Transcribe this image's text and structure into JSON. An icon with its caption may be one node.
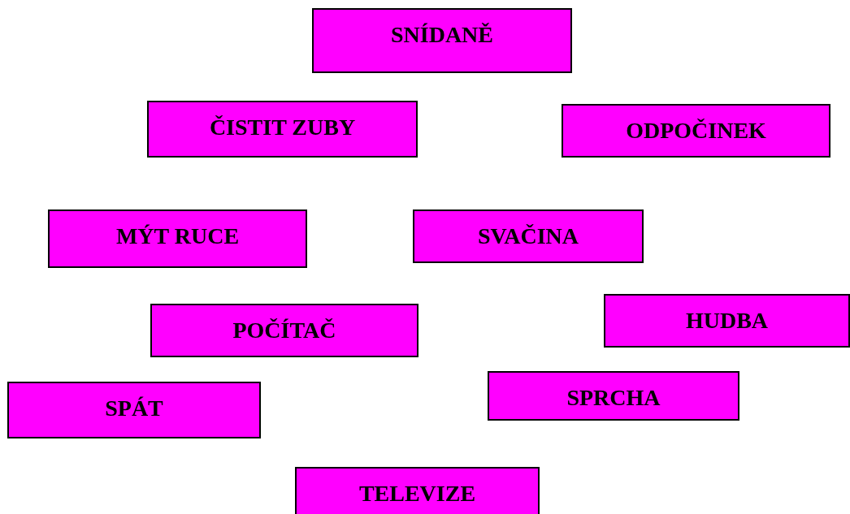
{
  "diagram": {
    "nodes": [
      {
        "text": [
          "SNÍDANĚ"
        ]
      },
      {
        "text": [
          "ČISTIT ZUBY"
        ]
      },
      {
        "text": [
          "ODPOČINEK"
        ]
      },
      {
        "text": [
          "MÝT RUCE"
        ]
      },
      {
        "text": [
          "SVAČINA"
        ]
      },
      {
        "text": [
          "POČÍTAČ"
        ]
      },
      {
        "text": [
          "HUDBA"
        ]
      },
      {
        "text": [
          "SPÁT"
        ]
      },
      {
        "text": [
          "SPRCHA"
        ]
      },
      {
        "text": [
          "TELEVIZE"
        ]
      }
    ]
  }
}
